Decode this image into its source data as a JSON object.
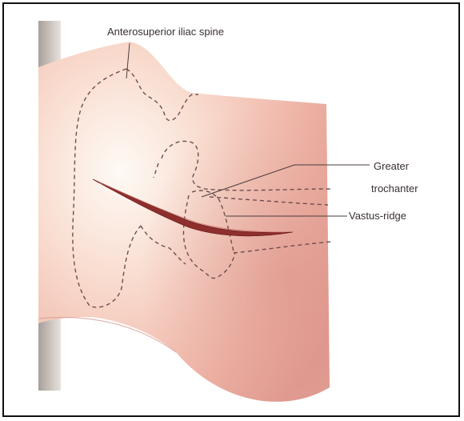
{
  "figure": {
    "labels": {
      "asis": "Anterosuperior iliac spine",
      "greater_line1": "Greater",
      "greater_line2": "trochanter",
      "vastus": "Vastus-ridge"
    },
    "colors": {
      "skin_light": "#fdf3ec",
      "skin_mid": "#f2c3b6",
      "skin_dark": "#dd8f86",
      "incision": "#8e2f2e",
      "dashed": "#6e4e4e",
      "leader": "#4a3c3c"
    }
  }
}
